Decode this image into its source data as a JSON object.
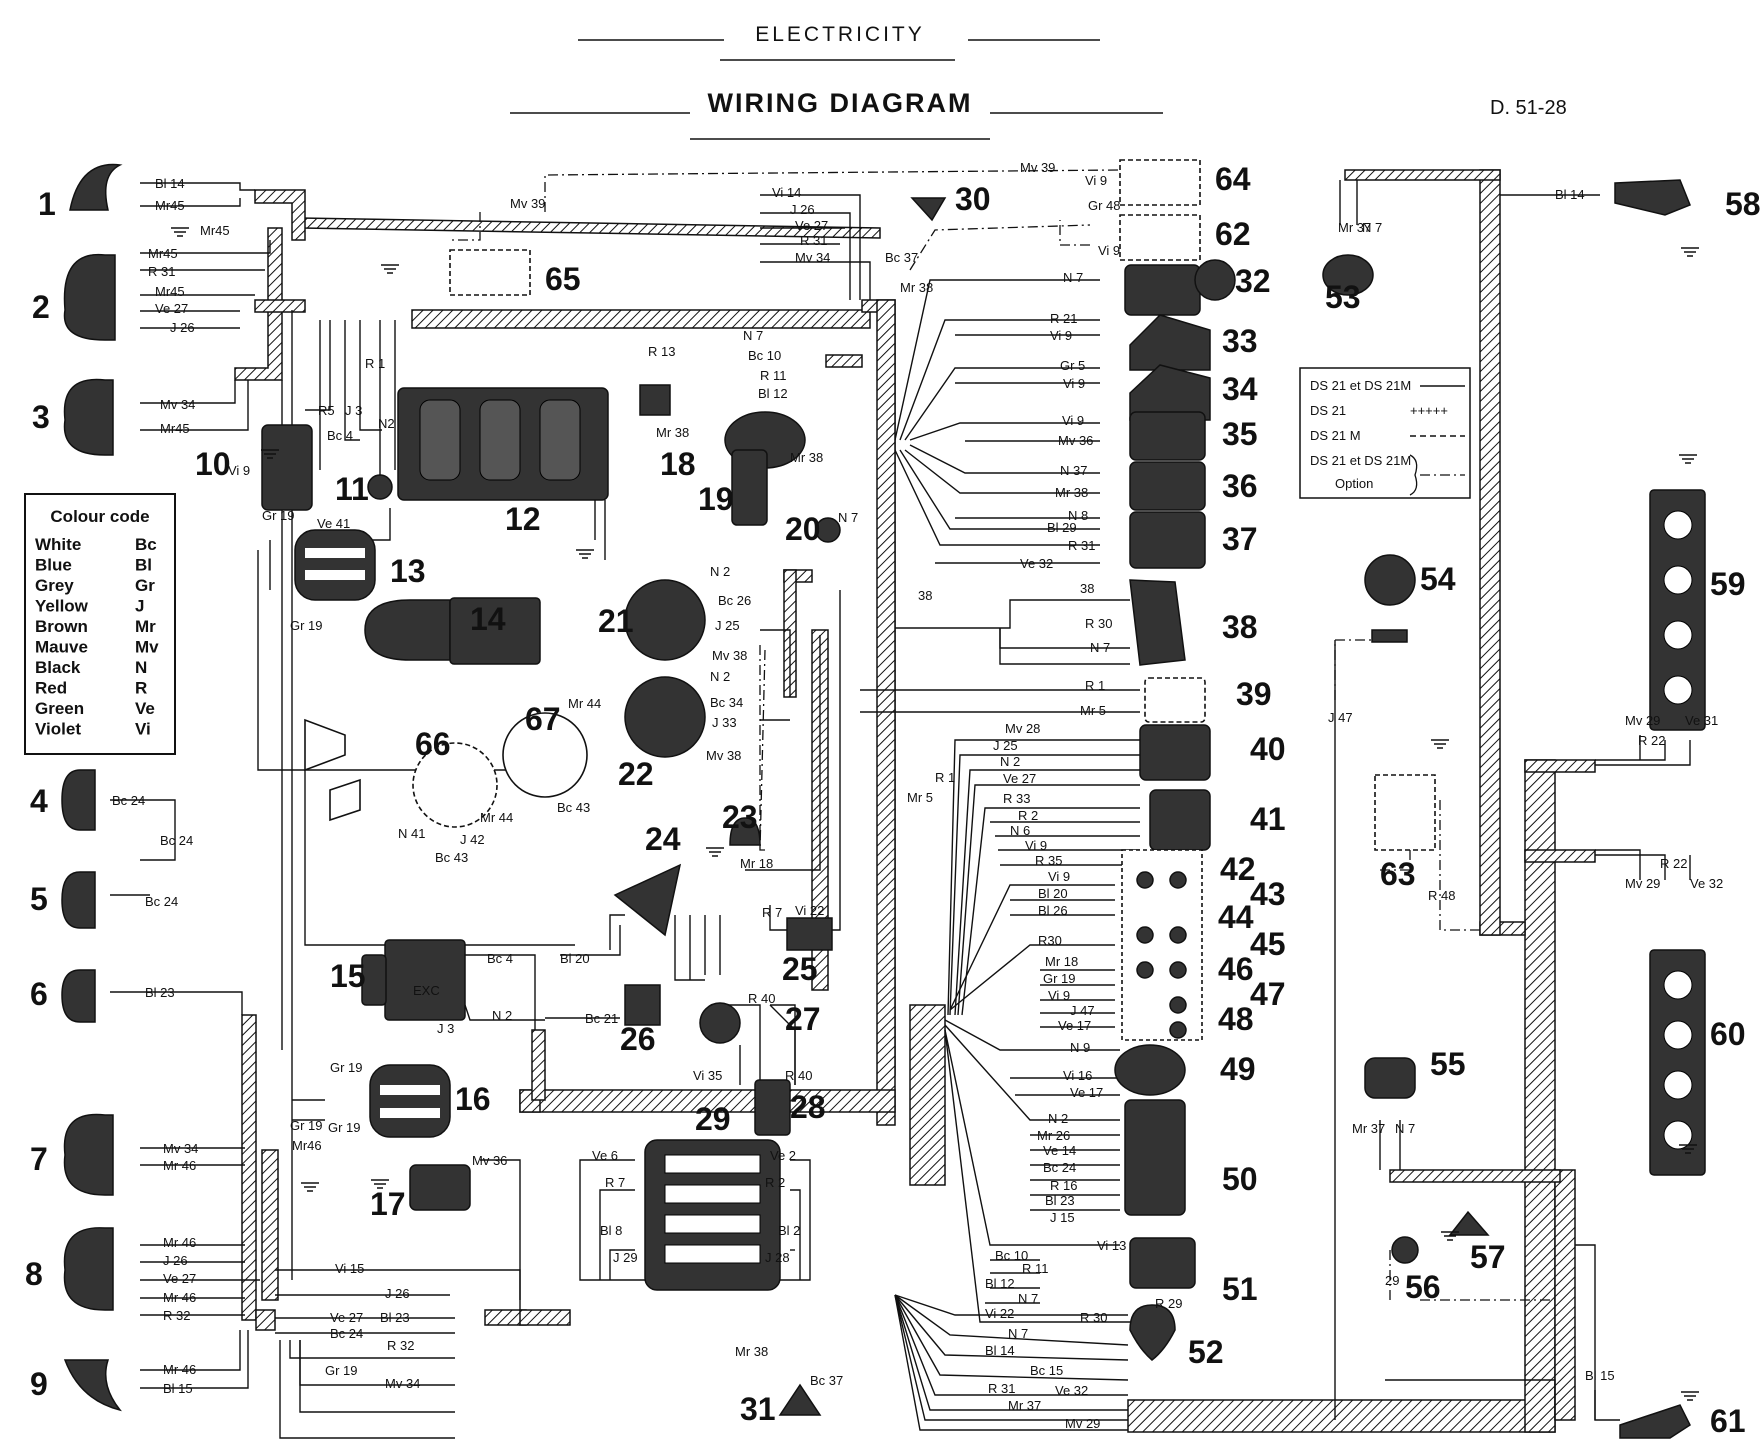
{
  "header": "ELECTRICITY",
  "title": "WIRING DIAGRAM",
  "reference": "D. 51-28",
  "colour_code": {
    "title": "Colour code",
    "entries": [
      {
        "name": "White",
        "code": "Bc"
      },
      {
        "name": "Blue",
        "code": "Bl"
      },
      {
        "name": "Grey",
        "code": "Gr"
      },
      {
        "name": "Yellow",
        "code": "J"
      },
      {
        "name": "Brown",
        "code": "Mr"
      },
      {
        "name": "Mauve",
        "code": "Mv"
      },
      {
        "name": "Black",
        "code": "N"
      },
      {
        "name": "Red",
        "code": "R"
      },
      {
        "name": "Green",
        "code": "Ve"
      },
      {
        "name": "Violet",
        "code": "Vi"
      }
    ]
  },
  "legend": {
    "rows": [
      {
        "label": "DS 21 et DS 21M",
        "mark": "solid"
      },
      {
        "label": "DS 21",
        "mark": "+++++"
      },
      {
        "label": "DS 21 M",
        "mark": "dashed"
      },
      {
        "label": "DS 21 et DS 21M",
        "mark": "dashdot"
      },
      {
        "label": "Option",
        "mark": ""
      }
    ]
  },
  "components": [
    "1",
    "2",
    "3",
    "4",
    "5",
    "6",
    "7",
    "8",
    "9",
    "10",
    "11",
    "12",
    "13",
    "14",
    "15",
    "16",
    "17",
    "18",
    "19",
    "20",
    "21",
    "22",
    "23",
    "24",
    "25",
    "26",
    "27",
    "28",
    "29",
    "30",
    "31",
    "32",
    "33",
    "34",
    "35",
    "36",
    "37",
    "38",
    "39",
    "40",
    "41",
    "42",
    "43",
    "44",
    "45",
    "46",
    "47",
    "48",
    "49",
    "50",
    "51",
    "52",
    "53",
    "54",
    "55",
    "56",
    "57",
    "58",
    "59",
    "60",
    "61",
    "62",
    "63",
    "64",
    "65",
    "66",
    "67"
  ],
  "wire_labels": {
    "c1a": "Bl 14",
    "c1b": "Mr45",
    "c1c": "Mr45",
    "c2a": "Mr45",
    "c2b": "R 31",
    "c2c": "Mr45",
    "c2d": "Ve 27",
    "c2e": "J 26",
    "c3a": "Mv 34",
    "c3b": "Mr45",
    "c4": "Bc 24",
    "c4b": "Bc 24",
    "c5": "Bc 24",
    "c6": "Bl 23",
    "c7a": "Mv 34",
    "c7b": "Mr 46",
    "c7c": "Mr46",
    "c8a": "Mr 46",
    "c8b": "J 26",
    "c8c": "Ve 27",
    "c8d": "Mr 46",
    "c8e": "R 32",
    "c9a": "Mr 46",
    "c9b": "Bl 15",
    "c10": "Vi 9",
    "c10r5": "R5",
    "c10j3": "J 3",
    "c10bc4": "Bc 4",
    "c10r1": "R 1",
    "c10n2": "N2",
    "c10ve41": "Ve 41",
    "c13a": "Gr 19",
    "c13b": "Gr 19",
    "c15a": "Bc 4",
    "c15b": "Bl 20",
    "c15c": "N 2",
    "c15d": "J 3",
    "c15e": "EXC",
    "c16a": "Gr 19",
    "c16b": "Gr 19",
    "c16c": "Gr 19",
    "c17": "Mv 36",
    "c18a": "R 13",
    "c18b": "Mr 38",
    "c19a": "N 7",
    "c19b": "Bc 10",
    "c19c": "R 11",
    "c19d": "Bl 12",
    "c19e": "Mr 38",
    "c20": "N 7",
    "c21a": "N 2",
    "c21b": "Bc 26",
    "c21c": "J 25",
    "c21d": "Mv 38",
    "c22a": "N 2",
    "c22b": "Bc 34",
    "c22c": "J 33",
    "c22d": "Mv 38",
    "c23": "Mr 18",
    "c25": "Vi 22",
    "c25b": "R 7",
    "c26": "Bc 21",
    "c27": "R 40",
    "c28a": "Vi 35",
    "c28b": "R 40",
    "c29a": "Ve 6",
    "c29b": "Ve 2",
    "c29c": "R 7",
    "c29d": "R 2",
    "c29e": "Bl 8",
    "c29f": "Bl 2",
    "c29g": "J 29",
    "c29h": "J 28",
    "c30a": "Bc 37",
    "c30b": "Mr 38",
    "c31a": "Mr 38",
    "c31b": "Bc 37",
    "c32": "N 7",
    "c33a": "R 21",
    "c33b": "Vi 9",
    "c34a": "Gr 5",
    "c34b": "Vi 9",
    "c35a": "Vi 9",
    "c35b": "Mv 36",
    "c36a": "N 37",
    "c36b": "Mr 38",
    "c37a": "N 8",
    "c37b": "Bl 29",
    "c37c": "R 31",
    "c37d": "Ve 32",
    "c38a": "38",
    "c38b": "R 30",
    "c38c": "N 7",
    "c38d": "38",
    "c39a": "R 1",
    "c39b": "Mr 5",
    "c39c": "R 1",
    "c39d": "Mr 5",
    "c40a": "Mv 28",
    "c40b": "J 25",
    "c40c": "N 2",
    "c40d": "Ve 27",
    "c41a": "R 33",
    "c41b": "R 2",
    "c41c": "N 6",
    "c41d": "Vi 9",
    "c41e": "R 35",
    "c42a": "Vi 9",
    "c42b": "Bl 20",
    "c42c": "Bl 26",
    "c44": "R30",
    "c46a": "Mr 18",
    "c46b": "Gr 19",
    "c46c": "Vi 9",
    "c47a": "J 47",
    "c47b": "Ve 17",
    "c49a": "N 9",
    "c49b": "Vi 16",
    "c49c": "Ve 17",
    "c50a": "N 2",
    "c50b": "Mr 26",
    "c50c": "Ve 14",
    "c50d": "Bc 24",
    "c50e": "R 16",
    "c50f": "Bl 23",
    "c50g": "J 15",
    "c51a": "Vi 13",
    "c51b": "Bc 10",
    "c51c": "R 11",
    "c51d": "Bl 12",
    "c51e": "N 7",
    "c52a": "R 30",
    "c52b": "R 29",
    "c53a": "Mr 37",
    "c53b": "N 7",
    "c54": "J 47",
    "c55a": "Mr 37",
    "c55b": "N 7",
    "c56": "29",
    "c58": "Bl 14",
    "c59a": "Mv 29",
    "c59b": "R 22",
    "c59c": "Ve 31",
    "c60a": "R 22",
    "c60b": "Mv 29",
    "c60c": "Ve 32",
    "c61": "Bl 15",
    "c62a": "Gr 48",
    "c62b": "Vi 9",
    "c63": "R 48",
    "c64a": "Mv 39",
    "c64b": "Vi 9",
    "c65": "Mv 39",
    "c66a": "N 41",
    "c66b": "Mr 44",
    "c66c": "J 42",
    "c66d": "Bc 43",
    "c67a": "Mr 44",
    "c67b": "Bc 43",
    "top1": "Vi 14",
    "top2": "J 26",
    "top3": "Ve 27",
    "top4": "R 31",
    "top5": "Mv 34",
    "bot1": "Vi 15",
    "bot2": "J 26",
    "bot3": "Ve 27",
    "bot4": "Bl 23",
    "bot5": "Bc 24",
    "bot6": "R 32",
    "bot7": "Gr 19",
    "bot8": "Mv 34",
    "rb1": "Vi 22",
    "rb2": "N 7",
    "rb3": "Bl 14",
    "rb4": "Bc 15",
    "rb5": "R 31",
    "rb6": "Ve 32",
    "rb7": "Mr 37",
    "rb8": "Mv 29"
  }
}
